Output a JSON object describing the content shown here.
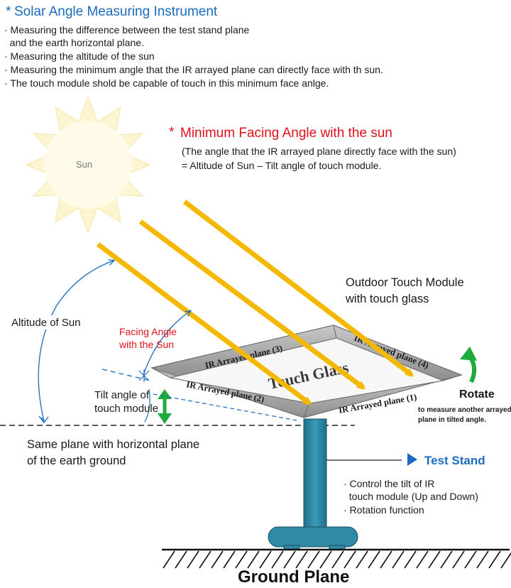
{
  "title": {
    "mark": "*",
    "text": "Solar Angle Measuring Instrument",
    "bullets": [
      "· Measuring the difference between the test stand plane",
      "  and the earth horizontal plane.",
      "· Measuring the altitude of the sun",
      "· Measuring the minimum angle that the IR arrayed plane can directly face with th sun.",
      "· The touch module shold be capable of touch in this minimum face anlge."
    ]
  },
  "facing": {
    "mark": "*",
    "title": "Minimum Facing Angle with the sun",
    "line1": "(The angle that the IR arrayed plane directly face with the sun)",
    "line2": "= Altitude of Sun – Tilt angle of touch module."
  },
  "sun": {
    "label": "Sun"
  },
  "module": {
    "line1": "Outdoor Touch Module",
    "line2": "with touch glass",
    "glass": "Touch Glass",
    "planes": [
      "IR Arrayed plane (1)",
      "IR Arrayed plane (2)",
      "IR Arrayed plane (3)",
      "IR Arrayed plane (4)"
    ]
  },
  "labels": {
    "altitude": "Altitude of Sun",
    "facing_angle_1": "Facing Angle",
    "facing_angle_2": "with the Sun",
    "tilt_1": "Tilt angle of",
    "tilt_2": "touch module",
    "same_plane_1": "Same plane with horizontal plane",
    "same_plane_2": "of the earth ground"
  },
  "rotate": {
    "label": "Rotate",
    "note_1": "to measure another arrayed",
    "note_2": "plane in tilted angle."
  },
  "stand": {
    "label": "Test Stand",
    "line1": "· Control the tilt of IR",
    "line2": "  touch module (Up and Down)",
    "line3": "· Rotation function"
  },
  "ground": {
    "label": "Ground Plane"
  },
  "colors": {
    "title_blue": "#1b6cc0",
    "accent_red": "#e0101b",
    "ray_yellow": "#f5b800",
    "sun_fill": "#fdf5d0",
    "frame_gray": "#a8a8a8",
    "stand_teal": "#2f8aa6",
    "arrow_green": "#1eab3c"
  }
}
